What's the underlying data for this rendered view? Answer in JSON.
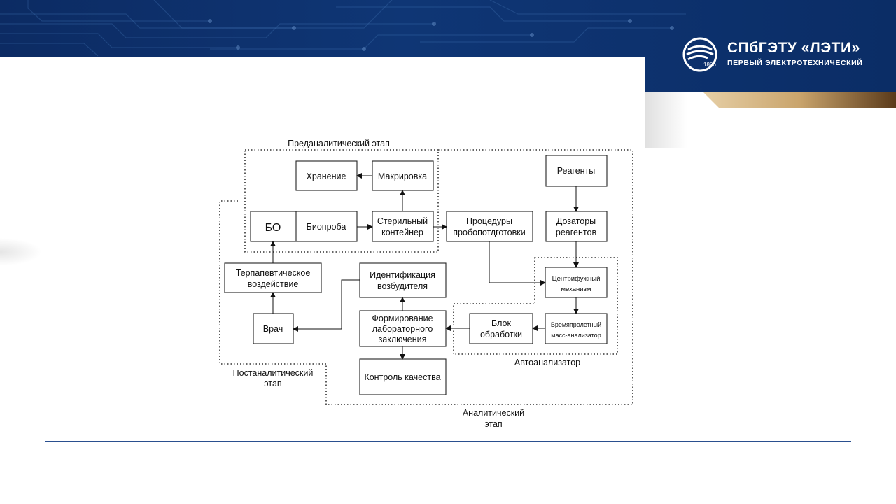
{
  "header": {
    "org_name": "СПбГЭТУ «ЛЭТИ»",
    "org_subtitle": "ПЕРВЫЙ ЭЛЕКТРОТЕХНИЧЕСКИЙ",
    "logo_year": "1886",
    "colors": {
      "band": "#0f3675",
      "accent_gold": "#c9a46c"
    }
  },
  "diagram": {
    "stages": {
      "preanalytic": "Преданалитический этап",
      "postanalytic_l1": "Постаналитический",
      "postanalytic_l2": "этап",
      "autoanalyzer": "Автоанализатор",
      "analytic_l1": "Аналитический",
      "analytic_l2": "этап"
    },
    "blocks": {
      "storage": "Хранение",
      "marking": "Макрировка",
      "bo": "БО",
      "bioprobe": "Биопроба",
      "sterile_l1": "Стерильный",
      "sterile_l2": "контейнер",
      "procedures_l1": "Процедуры",
      "procedures_l2": "пробопотдготовки",
      "reagents": "Реагенты",
      "dosers_l1": "Дозаторы",
      "dosers_l2": "реагентов",
      "therapy_l1": "Терпапевтическое",
      "therapy_l2": "воздействие",
      "doctor": "Врач",
      "identification_l1": "Идентификация",
      "identification_l2": "возбудителя",
      "conclusion_l1": "Формирование",
      "conclusion_l2": "лабораторного",
      "conclusion_l3": "заключения",
      "quality": "Контроль качества",
      "centrifuge_l1": "Центрифужный",
      "centrifuge_l2": "механизм",
      "tof_l1": "Времяпролетный",
      "tof_l2": "масс-анализатор",
      "processing_l1": "Блок",
      "processing_l2": "обработки"
    }
  }
}
